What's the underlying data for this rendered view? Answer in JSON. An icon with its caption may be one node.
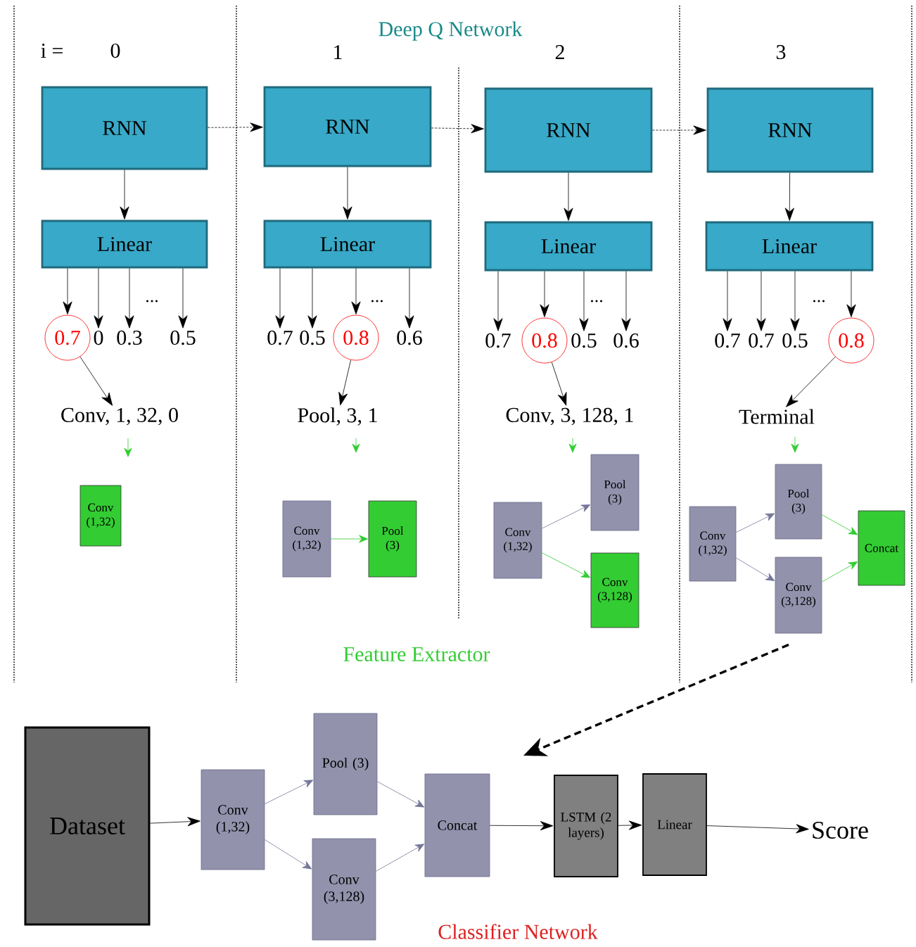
{
  "diagram": {
    "nodes": [
      {
        "text": [
          "RNN"
        ]
      },
      {
        "text": [
          "Linear"
        ]
      },
      {
        "text": [
          "0.7"
        ]
      },
      {
        "text": [
          "0"
        ]
      },
      {
        "text": [
          "0.3"
        ]
      },
      {
        "text": [
          "0.5"
        ]
      },
      {
        "text": [
          "Conv, 1, 32, 0"
        ]
      },
      {
        "text": [
          "Conv (1,32)"
        ]
      },
      {
        "text": [
          "RNN"
        ]
      },
      {
        "text": [
          "Linear"
        ]
      },
      {
        "text": [
          "0.7"
        ]
      },
      {
        "text": [
          "0.5"
        ]
      },
      {
        "text": [
          "0.8"
        ]
      },
      {
        "text": [
          "0.6"
        ]
      },
      {
        "text": [
          "Pool, 3, 1"
        ]
      },
      {
        "text": [
          "Conv (1,32)"
        ]
      },
      {
        "text": [
          "Pool (3)"
        ]
      },
      {
        "text": [
          "RNN"
        ]
      },
      {
        "text": [
          "Linear"
        ]
      },
      {
        "text": [
          "0.7"
        ]
      },
      {
        "text": [
          "0.8"
        ]
      },
      {
        "text": [
          "0.5"
        ]
      },
      {
        "text": [
          "0.6"
        ]
      },
      {
        "text": [
          "Conv, 3, 128, 1"
        ]
      },
      {
        "text": [
          "Conv (1,32)"
        ]
      },
      {
        "text": [
          "Pool (3)"
        ]
      },
      {
        "text": [
          "Conv (3,128)"
        ]
      },
      {
        "text": [
          "RNN"
        ]
      },
      {
        "text": [
          "Linear"
        ]
      },
      {
        "text": [
          "0.7"
        ]
      },
      {
        "text": [
          "0.7"
        ]
      },
      {
        "text": [
          "0.5"
        ]
      },
      {
        "text": [
          "0.8"
        ]
      },
      {
        "text": [
          "Terminal"
        ]
      },
      {
        "text": [
          "Conv (1,32)"
        ]
      },
      {
        "text": [
          "Pool (3)"
        ]
      },
      {
        "text": [
          "Conv (3,128)"
        ]
      },
      {
        "text": [
          "Concat"
        ]
      },
      {
        "text": [
          "Dataset"
        ]
      },
      {
        "text": [
          "Conv (1,32)"
        ]
      },
      {
        "text": [
          "Pool (3)"
        ]
      },
      {
        "text": [
          "Conv (3,128)"
        ]
      },
      {
        "text": [
          "Concat"
        ]
      },
      {
        "text": [
          "LSTM (2 layers)"
        ]
      },
      {
        "text": [
          "Linear"
        ]
      },
      {
        "text": [
          "Score"
        ]
      }
    ],
    "edges": [
      {
        "from": 0,
        "to": 1,
        "arrow": "to"
      },
      {
        "from": 1,
        "to": 2,
        "arrow": "to"
      },
      {
        "from": 1,
        "to": 3,
        "arrow": "to"
      },
      {
        "from": 1,
        "to": 4,
        "arrow": "to"
      },
      {
        "from": 1,
        "to": 5,
        "arrow": "to"
      },
      {
        "from": 2,
        "to": 6,
        "arrow": "to"
      },
      {
        "from": 6,
        "to": null,
        "arrow": "to",
        "color": "#33cc33"
      },
      {
        "from": 0,
        "to": 8,
        "arrow": "to",
        "style": "dashed"
      },
      {
        "from": 8,
        "to": 9,
        "arrow": "to"
      },
      {
        "from": 9,
        "to": 10,
        "arrow": "to"
      },
      {
        "from": 9,
        "to": 11,
        "arrow": "to"
      },
      {
        "from": 9,
        "to": 12,
        "arrow": "to"
      },
      {
        "from": 9,
        "to": 13,
        "arrow": "to"
      },
      {
        "from": 12,
        "to": 14,
        "arrow": "to"
      },
      {
        "from": 14,
        "to": null,
        "arrow": "to",
        "color": "#33cc33"
      },
      {
        "from": 15,
        "to": 16,
        "arrow": "to",
        "color": "#33cc33"
      },
      {
        "from": 8,
        "to": 17,
        "arrow": "to",
        "style": "dashed"
      },
      {
        "from": 17,
        "to": 18,
        "arrow": "to"
      },
      {
        "from": 18,
        "to": 19,
        "arrow": "to"
      },
      {
        "from": 18,
        "to": 20,
        "arrow": "to"
      },
      {
        "from": 18,
        "to": 21,
        "arrow": "to"
      },
      {
        "from": 18,
        "to": 22,
        "arrow": "to"
      },
      {
        "from": 20,
        "to": 23,
        "arrow": "to"
      },
      {
        "from": 23,
        "to": null,
        "arrow": "to",
        "color": "#33cc33"
      },
      {
        "from": 24,
        "to": 25,
        "arrow": "to",
        "color": "#76769a"
      },
      {
        "from": 24,
        "to": 26,
        "arrow": "to",
        "color": "#33cc33"
      },
      {
        "from": 17,
        "to": 27,
        "arrow": "to",
        "style": "dashed"
      },
      {
        "from": 27,
        "to": 28,
        "arrow": "to"
      },
      {
        "from": 28,
        "to": 29,
        "arrow": "to"
      },
      {
        "from": 28,
        "to": 30,
        "arrow": "to"
      },
      {
        "from": 28,
        "to": 31,
        "arrow": "to"
      },
      {
        "from": 28,
        "to": 32,
        "arrow": "to"
      },
      {
        "from": 32,
        "to": 33,
        "arrow": "to"
      },
      {
        "from": 33,
        "to": null,
        "arrow": "to",
        "color": "#33cc33"
      },
      {
        "from": 34,
        "to": 35,
        "arrow": "to",
        "color": "#76769a"
      },
      {
        "from": 34,
        "to": 36,
        "arrow": "to",
        "color": "#76769a"
      },
      {
        "from": 35,
        "to": 37,
        "arrow": "to",
        "color": "#33cc33"
      },
      {
        "from": 36,
        "to": 37,
        "arrow": "to",
        "color": "#33cc33"
      },
      {
        "from": 36,
        "to": null,
        "arrow": "to",
        "style": "dashed"
      },
      {
        "from": 38,
        "to": 39,
        "arrow": "to"
      },
      {
        "from": 39,
        "to": 40,
        "arrow": "to",
        "color": "#76769a"
      },
      {
        "from": 39,
        "to": 41,
        "arrow": "to",
        "color": "#76769a"
      },
      {
        "from": 40,
        "to": 42,
        "arrow": "to",
        "color": "#76769a"
      },
      {
        "from": 41,
        "to": 42,
        "arrow": "to",
        "color": "#76769a"
      },
      {
        "from": 42,
        "to": 43,
        "arrow": "to"
      },
      {
        "from": 43,
        "to": 44,
        "arrow": "to"
      },
      {
        "from": 44,
        "to": 45,
        "arrow": "to"
      }
    ],
    "labels": [
      "Deep Q Network",
      "i =",
      "0",
      "1",
      "2",
      "3",
      "...",
      "...",
      "...",
      "...",
      "Feature Extractor",
      "Classifier Network"
    ]
  }
}
